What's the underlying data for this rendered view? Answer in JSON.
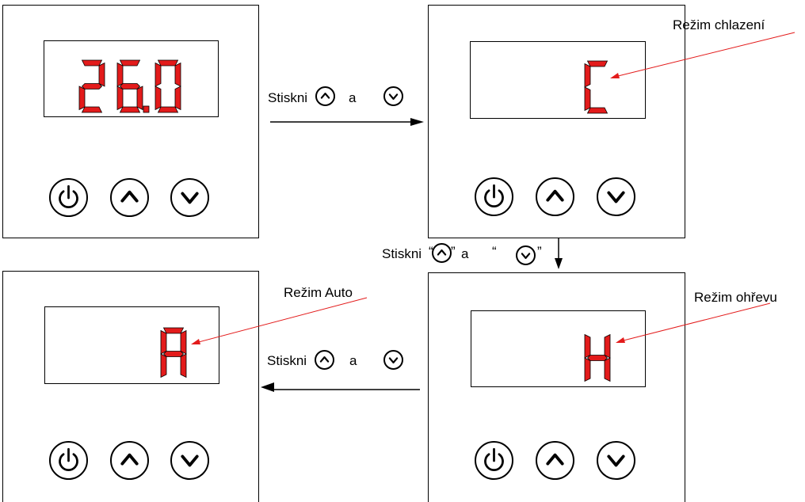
{
  "colors": {
    "segment": "#e31b1b",
    "leader_line": "#e31b1b",
    "outline": "#000000"
  },
  "icons": {
    "power": "power-icon",
    "up": "chevron-up-icon",
    "down": "chevron-down-icon"
  },
  "panels": [
    {
      "id": "top-left",
      "display": "26.0"
    },
    {
      "id": "top-right",
      "display": "C"
    },
    {
      "id": "bottom-left",
      "display": "A"
    },
    {
      "id": "bottom-right",
      "display": "H"
    }
  ],
  "labels": {
    "cooling": "Režim  chlazení",
    "heating": "Režim  ohřevu",
    "auto": "Režim  Auto"
  },
  "instructions": {
    "press": "Stiskni",
    "and": "a",
    "quote_open": "“",
    "quote_close": "”"
  }
}
